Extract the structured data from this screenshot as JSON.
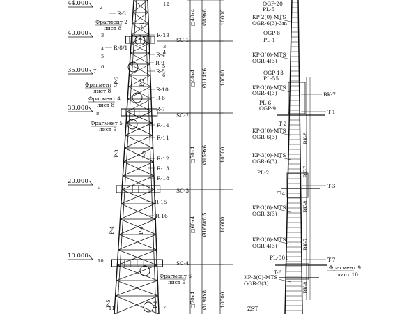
{
  "elevations": [
    "44.000",
    "40.000",
    "35.000",
    "30.000",
    "20.000",
    "10.000"
  ],
  "left_fragments": [
    {
      "title": "Фрагмент 2",
      "sheet": "лист 8"
    },
    {
      "title": "Фрагмент 3",
      "sheet": "лист 8"
    },
    {
      "title": "Фрагмент 4",
      "sheet": "лист 8"
    },
    {
      "title": "Фрагмент 5",
      "sheet": "лист 9"
    },
    {
      "title": "Фрагмент 6",
      "sheet": "лист 9"
    }
  ],
  "right_fragment": {
    "title": "Фрагмент 9",
    "sheet": "лист 10"
  },
  "section_marks": [
    "2",
    "3",
    "4",
    "5",
    "6",
    "7",
    "8",
    "9",
    "10",
    "11",
    "12",
    "13",
    "3",
    "4",
    "5",
    "6",
    "7",
    "1",
    "1",
    "2"
  ],
  "r_labels": [
    "R-3",
    "R-8/1",
    "R-1",
    "R-4",
    "R-9",
    "R-5",
    "R-10",
    "R-6",
    "R-7",
    "R-14",
    "R-11",
    "R-12",
    "R-13",
    "R-18",
    "R-15",
    "R-16"
  ],
  "p_labels": [
    "P-1",
    "P-2",
    "P-2",
    "P-3",
    "P-2",
    "P-4",
    "P-4",
    "P-5",
    "P-5"
  ],
  "sc_labels": [
    "SC-1",
    "SC-2",
    "SC-3",
    "SC-4"
  ],
  "pipe_profiles": [
    "Ø89х6",
    "Ø114х6",
    "Ø159х6",
    "Ø168х6.5",
    "Ø194х8"
  ],
  "angle_profiles": [
    "□40х4",
    "□40х4",
    "□50х4",
    "□60х4",
    "□70х4"
  ],
  "segment_lengths": [
    "10000",
    "10000",
    "10000",
    "10000",
    "10000"
  ],
  "right_labels": [
    "OGP-20",
    "PL-5",
    "KP-2(0)-MTS",
    "OGR-6(3)-3m",
    "OGP-8",
    "PL-1",
    "KP-3(0)-MTS",
    "OGR-4(3)",
    "OGP-13",
    "PL-55",
    "KP-3(0)-MTS",
    "OGR-4(3)",
    "PL-6",
    "OGP-9",
    "T-2",
    "KP-3(0)-MTS",
    "OGR-6(3)",
    "KP-3(0)-MTS",
    "OGR-6(3)",
    "PL-2",
    "T-4",
    "KP-3(0)-MTS",
    "OGR-3(3)",
    "KP-3(0)-MTS",
    "OGR-4(3)",
    "PL-001",
    "T-6",
    "KP-3(0)-MTS",
    "OGR-3(3)",
    "ZST"
  ],
  "right_side_labels": [
    "BK-7",
    "T-1",
    "T-3",
    "T-7",
    "BK-8",
    "BK-7",
    "BK-8",
    "BK-7",
    "BK-8"
  ]
}
